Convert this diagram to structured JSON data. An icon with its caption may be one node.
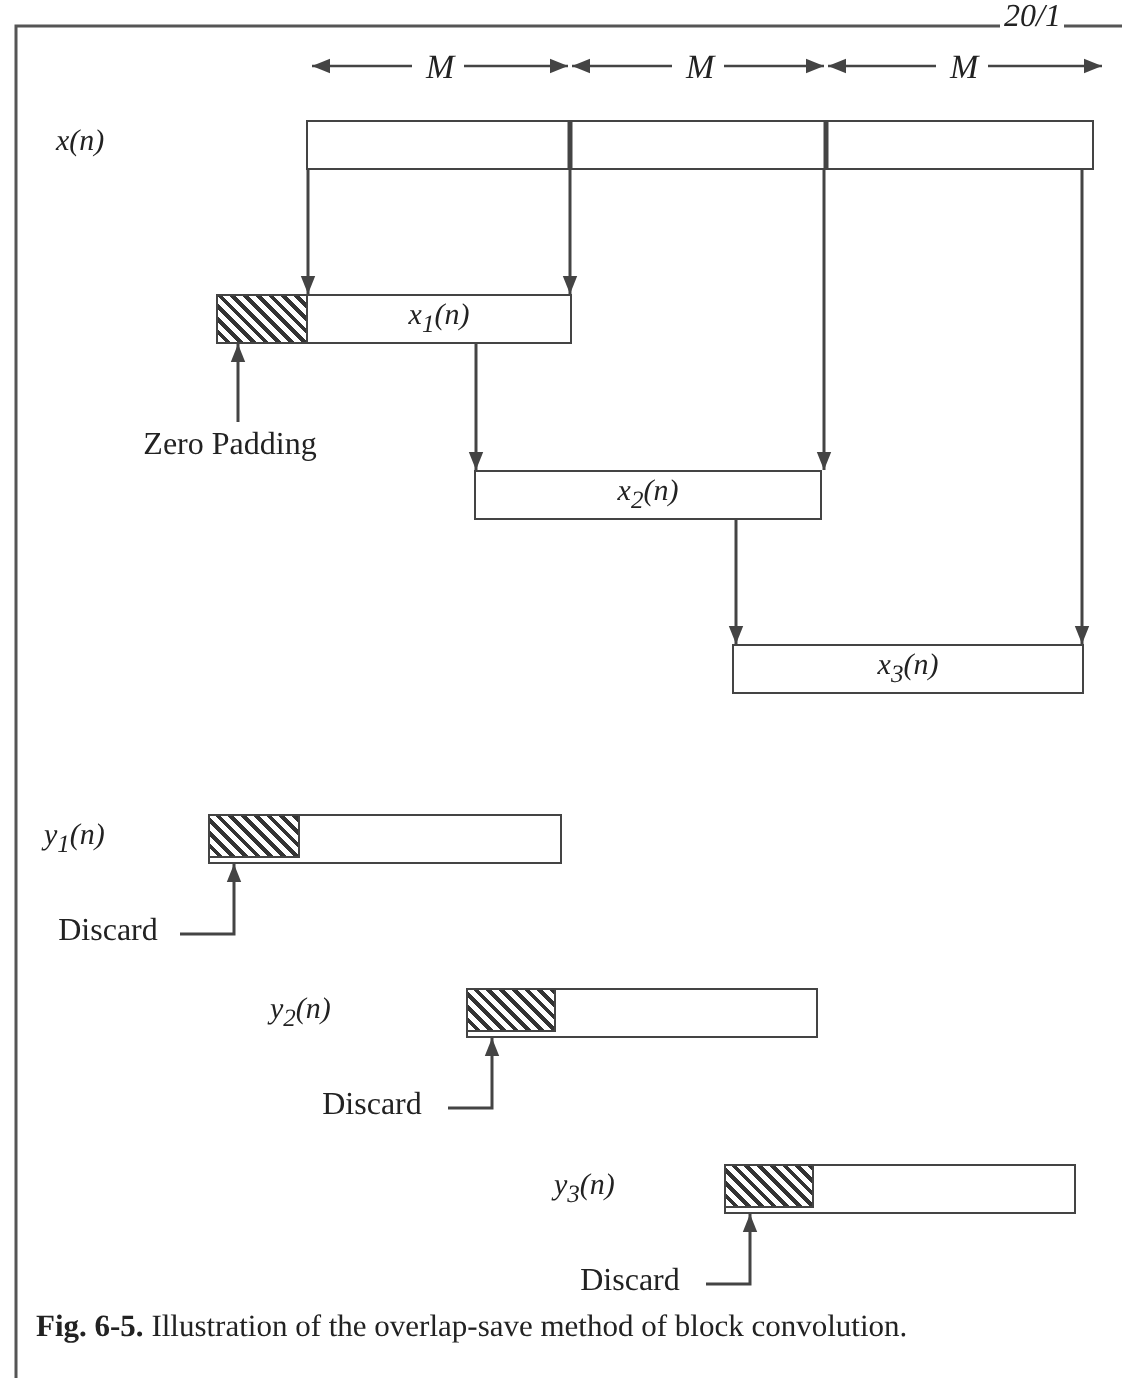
{
  "diagram": {
    "caption": "**Fig. 6-5.** Illustration of the overlap-save method of block convolution.",
    "nodes": [
      {
        "text": [],
        "shape": "box"
      },
      {
        "text": [],
        "shape": "box"
      },
      {
        "text": [
          "Zero Padding"
        ]
      },
      {
        "text": [
          "x$_{1}$(n)"
        ]
      },
      {
        "text": [
          "x$_{2}$(n)"
        ]
      },
      {
        "text": [
          "x$_{3}$(n)"
        ]
      },
      {
        "text": [],
        "shape": "box"
      },
      {
        "text": [],
        "shape": "box",
        "in": 6
      },
      {
        "text": [
          "Discard"
        ]
      },
      {
        "text": [],
        "shape": "box"
      },
      {
        "text": [],
        "shape": "box",
        "in": 9
      },
      {
        "text": [
          "Discard"
        ]
      },
      {
        "text": [],
        "shape": "box"
      },
      {
        "text": [],
        "shape": "box",
        "in": 12
      },
      {
        "text": [
          "Discard"
        ]
      }
    ],
    "edges": [
      {
        "from": 0,
        "to": 3,
        "arrow": "to"
      },
      {
        "from": 0,
        "to": 3,
        "arrow": "to"
      },
      {
        "from": 3,
        "to": 4,
        "arrow": "to"
      },
      {
        "from": 0,
        "to": 4,
        "arrow": "to"
      },
      {
        "from": 4,
        "to": 5,
        "arrow": "to"
      },
      {
        "from": 0,
        "to": 5,
        "arrow": "to"
      },
      {
        "from": 2,
        "to": 1,
        "arrow": "to"
      },
      {
        "from": 8,
        "to": 7,
        "arrow": "to"
      },
      {
        "from": 11,
        "to": 10,
        "arrow": "to"
      },
      {
        "from": 14,
        "to": 13,
        "arrow": "to"
      }
    ],
    "labels": [
      "20/1",
      "M",
      "M",
      "M",
      "x(n)",
      "y$_{1}$(n)",
      "y$_{2}$(n)",
      "y$_{3}$(n)"
    ]
  }
}
